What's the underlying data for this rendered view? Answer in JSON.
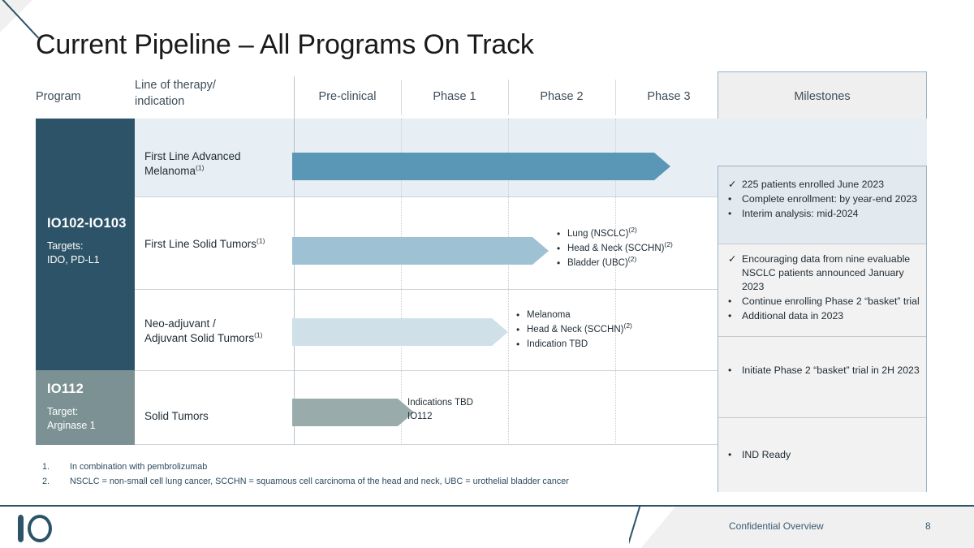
{
  "slide": {
    "title": "Current Pipeline – All Programs On Track",
    "page_number": "8",
    "footer_text": "Confidential Overview",
    "logo_text": "IO"
  },
  "colors": {
    "dark_teal": "#2c5367",
    "sage": "#7b9193",
    "arrow_dark": "#5a96b5",
    "arrow_mid": "#9fc1d4",
    "arrow_light": "#cfe0e9",
    "arrow_sage": "#9aabab",
    "row_band": "#e7eef4",
    "milestone_bg": "#f2f2f2",
    "milestone_bg_highlight": "#e2e9ef",
    "footnote_text": "#2c4a5e"
  },
  "headers": {
    "program": "Program",
    "line_of_therapy": "Line of therapy/\nindication",
    "line_of_therapy_l1": "Line of therapy/",
    "line_of_therapy_l2": "indication",
    "preclinical": "Pre-clinical",
    "phase1": "Phase 1",
    "phase2": "Phase 2",
    "phase3": "Phase 3",
    "milestones": "Milestones"
  },
  "programs": [
    {
      "name": "IO102-IO103",
      "targets_label": "Targets:",
      "targets_value": "IDO, PD-L1"
    },
    {
      "name": "IO112",
      "targets_label": "Target:",
      "targets_value": "Arginase 1"
    }
  ],
  "rows": [
    {
      "indication_l1": "First Line Advanced",
      "indication_l2": "Melanoma",
      "indication_sup": "(1)",
      "arrow_end_phase": "Phase 3",
      "arrow_shade": "dark",
      "notes": [],
      "milestones": [
        {
          "marker": "check",
          "text": "225 patients enrolled June 2023"
        },
        {
          "marker": "bullet",
          "text": "Complete enrollment: by year-end 2023"
        },
        {
          "marker": "bullet",
          "text": "Interim analysis: mid-2024"
        }
      ]
    },
    {
      "indication_l1": "First Line Solid Tumors",
      "indication_l2": "",
      "indication_sup": "(1)",
      "arrow_end_phase": "Phase 2",
      "arrow_shade": "mid",
      "notes": [
        {
          "text": "Lung (NSCLC)",
          "sup": "(2)"
        },
        {
          "text": "Head & Neck (SCCHN)",
          "sup": "(2)"
        },
        {
          "text": "Bladder (UBC)",
          "sup": "(2)"
        }
      ],
      "milestones": [
        {
          "marker": "check",
          "text": "Encouraging data from nine evaluable NSCLC patients announced January 2023"
        },
        {
          "marker": "bullet",
          "text": "Continue enrolling Phase 2 “basket” trial"
        },
        {
          "marker": "bullet",
          "text": "Additional data in 2023"
        }
      ]
    },
    {
      "indication_l1": "Neo-adjuvant /",
      "indication_l2": "Adjuvant Solid Tumors",
      "indication_sup": "(1)",
      "arrow_end_phase": "Phase 2",
      "arrow_shade": "light",
      "notes": [
        {
          "text": "Melanoma",
          "sup": ""
        },
        {
          "text": "Head & Neck (SCCHN)",
          "sup": "(2)"
        },
        {
          "text": "Indication TBD",
          "sup": ""
        }
      ],
      "milestones": [
        {
          "marker": "bullet",
          "text": "Initiate Phase 2 “basket” trial in 2H 2023"
        }
      ]
    },
    {
      "indication_l1": "Solid Tumors",
      "indication_l2": "",
      "indication_sup": "",
      "arrow_end_phase": "Pre-clinical",
      "arrow_shade": "sage",
      "notes_plain_l1": "Indications TBD",
      "notes_plain_l2": "IO112",
      "notes": [],
      "milestones": [
        {
          "marker": "bullet",
          "text": "IND Ready"
        }
      ]
    }
  ],
  "footnotes": [
    {
      "num": "1.",
      "text": "In combination with pembrolizumab"
    },
    {
      "num": "2.",
      "text": "NSCLC = non-small cell lung cancer, SCCHN = squamous cell carcinoma of the head and neck, UBC = urothelial bladder cancer"
    }
  ]
}
